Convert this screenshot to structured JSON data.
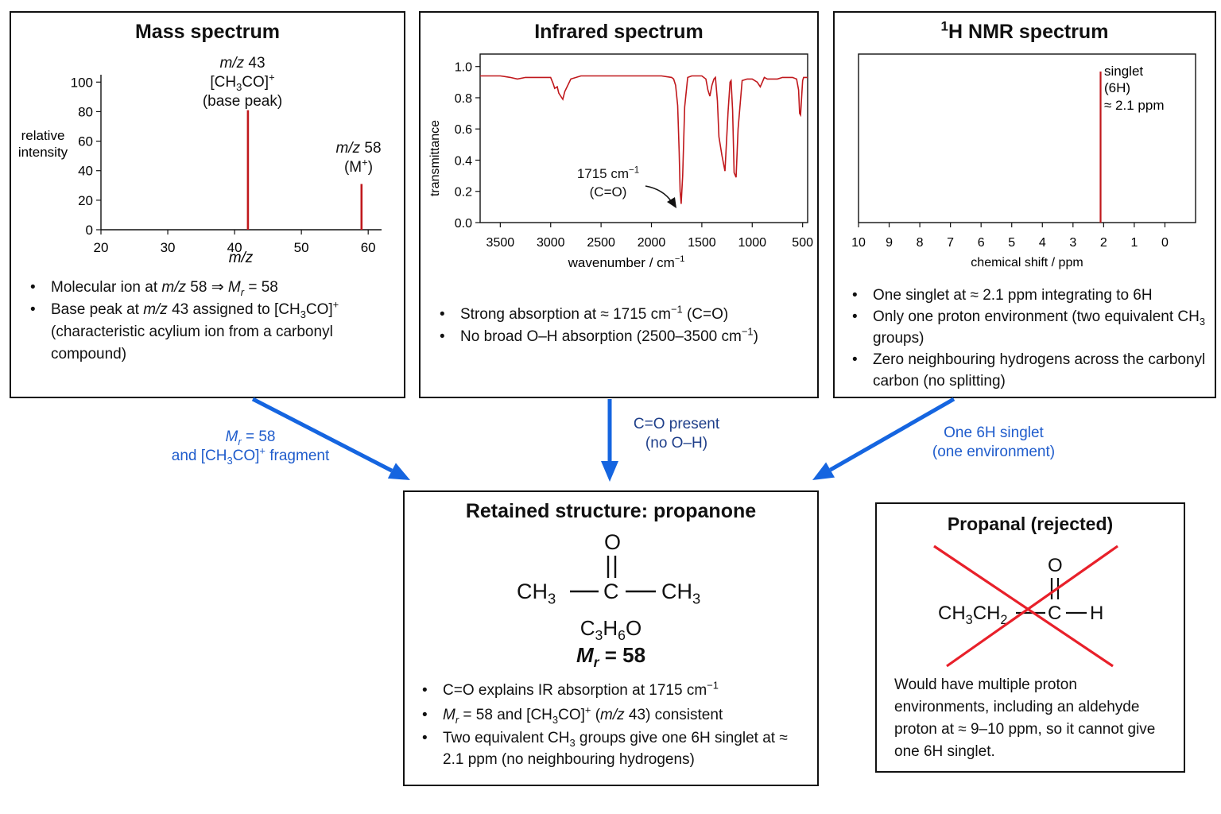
{
  "mass": {
    "title": "Mass spectrum",
    "ylabel_1": "relative",
    "ylabel_2": "intensity",
    "xlabel": "m/z",
    "peak43_line1_it": "m/z",
    "peak43_line1_num": " 43",
    "peak43_line2_a": "[CH",
    "peak43_line2_sub": "3",
    "peak43_line2_b": "CO]",
    "peak43_line2_sup": "+",
    "peak43_line3": "(base peak)",
    "peak58_line1_it": "m/z",
    "peak58_line1_num": " 58",
    "peak58_line2_a": "(M",
    "peak58_line2_sup": "+",
    "peak58_line2_b": ")",
    "bullet1_a": "Molecular ion at ",
    "bullet1_it1": "m/z",
    "bullet1_b": " 58 ⇒ ",
    "bullet1_it2": "M",
    "bullet1_sub": "r",
    "bullet1_c": " = 58",
    "bullet2_a": "Base peak at ",
    "bullet2_it": "m/z",
    "bullet2_b": " 43 assigned to [CH",
    "bullet2_sub": "3",
    "bullet2_c": "CO]",
    "bullet2_sup": "+",
    "bullet2_d": "(characteristic acylium ion from a carbonyl compound)"
  },
  "ir": {
    "title": "Infrared spectrum",
    "ylabel": "transmittance",
    "xlabel_a": "wavenumber / cm",
    "xlabel_sup": "−1",
    "ann_line1_a": "1715 cm",
    "ann_line1_sup": "−1",
    "ann_line2": "(C=O)",
    "bullet1_a": "Strong absorption at ≈ 1715 cm",
    "bullet1_sup": "−1",
    "bullet1_b": " (C=O)",
    "bullet2_a": "No broad O–H absorption (2500–3500 cm",
    "bullet2_sup": "−1",
    "bullet2_b": ")"
  },
  "nmr": {
    "title_sup": "1",
    "title": "H NMR spectrum",
    "xlabel": "chemical shift / ppm",
    "ann_line1": "singlet",
    "ann_line2": "(6H)",
    "ann_line3": "≈ 2.1 ppm",
    "bullet1": "One singlet at ≈ 2.1 ppm integrating to 6H",
    "bullet2_a": "Only one proton environment (two equivalent CH",
    "bullet2_sub": "3",
    "bullet2_b": " groups)",
    "bullet3": "Zero neighbouring hydrogens across the carbonyl carbon (no splitting)"
  },
  "arrows": {
    "left_line1_a": "M",
    "left_line1_sub": "r",
    "left_line1_b": " = 58",
    "left_line2_a": "and [CH",
    "left_line2_sub": "3",
    "left_line2_b": "CO]",
    "left_line2_sup": "+",
    "left_line2_c": "  fragment",
    "middle_line1": "C=O present",
    "middle_line2": "(no O–H)",
    "right_line1": "One 6H singlet",
    "right_line2": "(one environment)",
    "color": "#1565e0",
    "label_color": "#1f5ccc"
  },
  "retained": {
    "title": "Retained structure: propanone",
    "o": "O",
    "ch3_left_a": "CH",
    "ch3_left_sub": "3",
    "c": "C",
    "ch3_right_a": "CH",
    "ch3_right_sub": "3",
    "formula_a": "C",
    "formula_sub1": "3",
    "formula_b": "H",
    "formula_sub2": "6",
    "formula_c": "O",
    "mr_it": "M",
    "mr_sub": "r",
    "mr_b": " = 58",
    "bullet1_a": "C=O explains IR absorption at 1715 cm",
    "bullet1_sup": "−1",
    "bullet2_it": "M",
    "bullet2_sub": "r",
    "bullet2_b": " = 58 and [CH",
    "bullet2_sub2": "3",
    "bullet2_c": "CO]",
    "bullet2_sup": "+",
    "bullet2_d": " (",
    "bullet2_it2": "m/z",
    "bullet2_e": " 43) consistent",
    "bullet3_a": "Two equivalent CH",
    "bullet3_sub": "3",
    "bullet3_b": " groups give one 6H singlet at ≈ 2.1 ppm (no neighbouring hydrogens)"
  },
  "propanal": {
    "title": "Propanal (rejected)",
    "o": "O",
    "left_a": "CH",
    "left_sub1": "3",
    "left_b": "CH",
    "left_sub2": "2",
    "c": "C",
    "h": "H",
    "note": "Would have multiple proton environments, including an aldehyde proton at ≈ 9–10 ppm, so it cannot give one 6H singlet.",
    "cross_color": "#e8202a"
  },
  "colors": {
    "spectrum": "#c0181c",
    "border": "#111111"
  },
  "chart_data": [
    {
      "type": "bar",
      "title": "Mass spectrum",
      "xlabel": "m/z",
      "ylabel": "relative intensity",
      "xlim": [
        20,
        62
      ],
      "ylim": [
        0,
        105
      ],
      "xticks": [
        20,
        30,
        40,
        50,
        60
      ],
      "yticks": [
        0,
        20,
        40,
        60,
        80,
        100
      ],
      "x": [
        42,
        59
      ],
      "values": [
        81,
        31
      ],
      "annotations": [
        "m/z 43 [CH3CO]+ (base peak)",
        "m/z 58 (M+)"
      ]
    },
    {
      "type": "line",
      "title": "Infrared spectrum",
      "xlabel": "wavenumber / cm−1",
      "ylabel": "transmittance",
      "xlim": [
        3700,
        450
      ],
      "ylim": [
        0.0,
        1.08
      ],
      "xticks": [
        3500,
        3000,
        2500,
        2000,
        1500,
        1000,
        500
      ],
      "yticks": [
        0.0,
        0.2,
        0.4,
        0.6,
        0.8,
        1.0
      ],
      "x": [
        3700,
        3500,
        3400,
        3330,
        3250,
        3100,
        3000,
        2975,
        2960,
        2935,
        2920,
        2900,
        2880,
        2860,
        2800,
        2700,
        2500,
        2300,
        2100,
        1900,
        1800,
        1780,
        1760,
        1740,
        1725,
        1715,
        1705,
        1690,
        1670,
        1640,
        1600,
        1500,
        1460,
        1440,
        1420,
        1400,
        1380,
        1365,
        1345,
        1330,
        1300,
        1270,
        1240,
        1220,
        1210,
        1195,
        1180,
        1160,
        1140,
        1100,
        1050,
        1000,
        950,
        920,
        900,
        880,
        850,
        800,
        750,
        700,
        650,
        600,
        560,
        540,
        530,
        520,
        510,
        500,
        490,
        470,
        450
      ],
      "y": [
        0.94,
        0.94,
        0.93,
        0.92,
        0.93,
        0.93,
        0.93,
        0.89,
        0.86,
        0.87,
        0.83,
        0.81,
        0.79,
        0.84,
        0.92,
        0.94,
        0.94,
        0.94,
        0.94,
        0.94,
        0.93,
        0.92,
        0.88,
        0.75,
        0.45,
        0.2,
        0.12,
        0.3,
        0.74,
        0.93,
        0.94,
        0.94,
        0.92,
        0.85,
        0.81,
        0.88,
        0.92,
        0.93,
        0.78,
        0.55,
        0.43,
        0.33,
        0.71,
        0.9,
        0.91,
        0.72,
        0.32,
        0.29,
        0.6,
        0.91,
        0.92,
        0.92,
        0.9,
        0.87,
        0.9,
        0.93,
        0.92,
        0.92,
        0.92,
        0.93,
        0.93,
        0.93,
        0.92,
        0.85,
        0.7,
        0.69,
        0.8,
        0.91,
        0.93,
        0.93,
        0.93
      ],
      "annotations": [
        "1715 cm−1 (C=O)"
      ]
    },
    {
      "type": "bar",
      "title": "1H NMR spectrum",
      "xlabel": "chemical shift / ppm",
      "xlim": [
        10,
        -1
      ],
      "xticks": [
        10,
        9,
        8,
        7,
        6,
        5,
        4,
        3,
        2,
        1,
        0
      ],
      "x": [
        2.1
      ],
      "values": [
        1.0
      ],
      "annotations": [
        "singlet (6H) ≈ 2.1 ppm"
      ]
    }
  ]
}
